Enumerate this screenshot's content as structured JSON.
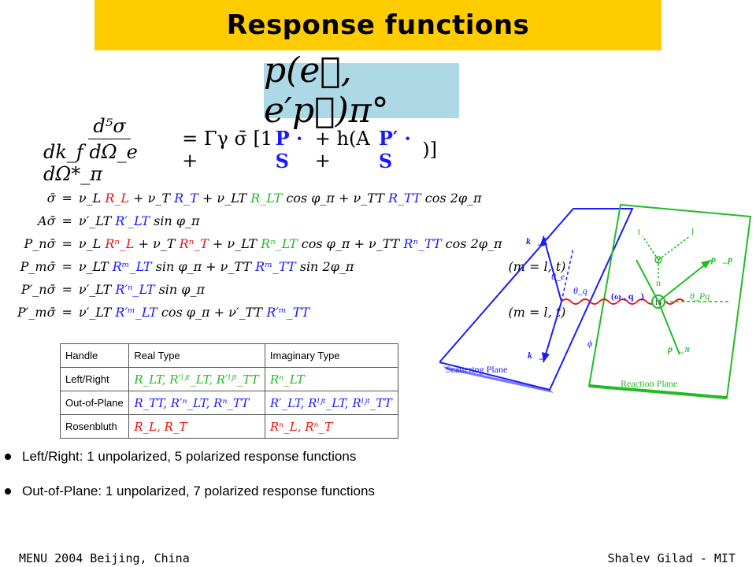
{
  "title": "Response functions",
  "reaction_formula": "p(e⃗, e′p⃗)π°",
  "cross_section": {
    "numerator": "d⁵σ",
    "denominator": "dk_f dΩ_e dΩ*_π",
    "rhs_prefix": "= Γγ σ̄ [1 + ",
    "P_dot_S": "P · S",
    "middle": " + h(A + ",
    "Pprime_dot_S": "P′ · S",
    "suffix": ")]"
  },
  "equations": [
    {
      "lhs": "σ̄",
      "eq": "=",
      "rhs": [
        [
          "ν_L ",
          ""
        ],
        [
          "R_L",
          "red"
        ],
        [
          " + ν_T ",
          ""
        ],
        [
          "R_T",
          "blue"
        ],
        [
          " + ν_LT ",
          ""
        ],
        [
          "R_LT",
          "green"
        ],
        [
          " cos φ_π + ν_TT ",
          ""
        ],
        [
          "R_TT",
          "blue"
        ],
        [
          " cos 2φ_π",
          ""
        ]
      ],
      "cond": ""
    },
    {
      "lhs": "Aσ̄",
      "eq": "=",
      "rhs": [
        [
          "ν′_LT ",
          ""
        ],
        [
          "R′_LT",
          "blue"
        ],
        [
          " sin φ_π",
          ""
        ]
      ],
      "cond": ""
    },
    {
      "lhs": "P_nσ̄",
      "eq": "=",
      "rhs": [
        [
          "ν_L ",
          ""
        ],
        [
          "Rⁿ_L",
          "red"
        ],
        [
          " + ν_T ",
          ""
        ],
        [
          "Rⁿ_T",
          "red"
        ],
        [
          " + ν_LT ",
          ""
        ],
        [
          "Rⁿ_LT",
          "green"
        ],
        [
          " cos φ_π + ν_TT ",
          ""
        ],
        [
          "Rⁿ_TT",
          "blue"
        ],
        [
          " cos 2φ_π",
          ""
        ]
      ],
      "cond": ""
    },
    {
      "lhs": "P_mσ̄",
      "eq": "=",
      "rhs": [
        [
          "ν_LT ",
          ""
        ],
        [
          "Rᵐ_LT",
          "blue"
        ],
        [
          " sin φ_π + ν_TT ",
          ""
        ],
        [
          "Rᵐ_TT",
          "blue"
        ],
        [
          " sin 2φ_π",
          ""
        ]
      ],
      "cond": "(m = l, t)"
    },
    {
      "lhs": "P′_nσ̄",
      "eq": "=",
      "rhs": [
        [
          "ν′_LT ",
          ""
        ],
        [
          "R′ⁿ_LT",
          "blue"
        ],
        [
          " sin φ_π",
          ""
        ]
      ],
      "cond": ""
    },
    {
      "lhs": "P′_mσ̄",
      "eq": "=",
      "rhs": [
        [
          "ν′_LT ",
          ""
        ],
        [
          "R′ᵐ_LT",
          "blue"
        ],
        [
          " cos φ_π + ν′_TT ",
          ""
        ],
        [
          "R′ᵐ_TT",
          "blue"
        ],
        [
          "",
          ""
        ]
      ],
      "cond": "(m = l, t)"
    }
  ],
  "handle_table": {
    "headers": [
      "Handle",
      "Real Type",
      "Imaginary Type"
    ],
    "rows": [
      {
        "handle": "Left/Right",
        "real": "R_LT, R′ˡʲᵗ_LT, R′ˡʲᵗ_TT",
        "real_color": "green",
        "imag": "Rⁿ_LT",
        "imag_color": "green"
      },
      {
        "handle": "Out-of-Plane",
        "real": "R_TT, R′ⁿ_LT, Rⁿ_TT",
        "real_color": "blue",
        "imag": "R′_LT, Rˡʲᵗ_LT, Rˡʲᵗ_TT",
        "imag_color": "blue"
      },
      {
        "handle": "Rosenbluth",
        "real": "R_L, R_T",
        "real_color": "red",
        "imag": "Rⁿ_L, Rⁿ_T",
        "imag_color": "red"
      }
    ]
  },
  "bullets": [
    "Left/Right: 1 unpolarized, 5 polarized response functions",
    "Out-of-Plane: 1 unpolarized, 7 polarized response functions"
  ],
  "diagram": {
    "scattering_plane": "Scattering Plane",
    "reaction_plane": "Reaction Plane",
    "k_f": "k⃗_f",
    "k_i": "k⃗_i",
    "theta_e": "θ_e",
    "theta_q": "θ_q",
    "omega_q": "(ω , q⃗)",
    "N": "N",
    "p_p": "p⃗_p",
    "p_pi": "p⃗_π",
    "theta_pq": "θ_Pq",
    "phi": "ϕ",
    "t": "t",
    "l": "l",
    "n": "n"
  },
  "footer_left": "MENU 2004 Beijing, China",
  "footer_right": "Shalev Gilad - MIT",
  "colors": {
    "title_bg": "#ffcc00",
    "formula_bg": "#add8e6",
    "blue": "#1a1aff",
    "green": "#22bb22",
    "red": "#ee1111"
  }
}
